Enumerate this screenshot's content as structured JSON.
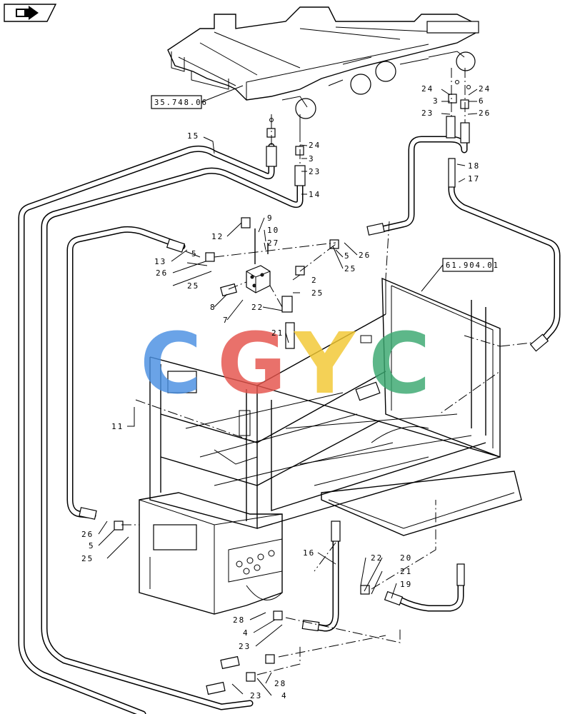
{
  "references": [
    {
      "id": "ref-35-748-06",
      "text": "35.748.06"
    },
    {
      "id": "ref-61-904-01",
      "text": "61.904.01"
    }
  ],
  "callouts": [
    {
      "id": "c15",
      "text": "15"
    },
    {
      "id": "c24a",
      "text": "24"
    },
    {
      "id": "c3a",
      "text": "3"
    },
    {
      "id": "c23a",
      "text": "23"
    },
    {
      "id": "c14",
      "text": "14"
    },
    {
      "id": "c24b",
      "text": "24"
    },
    {
      "id": "c24c",
      "text": "24"
    },
    {
      "id": "c3b",
      "text": "3"
    },
    {
      "id": "c6",
      "text": "6"
    },
    {
      "id": "c23b",
      "text": "23"
    },
    {
      "id": "c26a",
      "text": "26"
    },
    {
      "id": "c18",
      "text": "18"
    },
    {
      "id": "c17",
      "text": "17"
    },
    {
      "id": "c9",
      "text": "9"
    },
    {
      "id": "c12",
      "text": "12"
    },
    {
      "id": "c10",
      "text": "10"
    },
    {
      "id": "c27",
      "text": "27"
    },
    {
      "id": "c13",
      "text": "13"
    },
    {
      "id": "c26b",
      "text": "26"
    },
    {
      "id": "c5a",
      "text": "5"
    },
    {
      "id": "c25a",
      "text": "25"
    },
    {
      "id": "c5b",
      "text": "5"
    },
    {
      "id": "c26c",
      "text": "26"
    },
    {
      "id": "c25b",
      "text": "25"
    },
    {
      "id": "c2",
      "text": "2"
    },
    {
      "id": "c25c",
      "text": "25"
    },
    {
      "id": "c8",
      "text": "8"
    },
    {
      "id": "c7",
      "text": "7"
    },
    {
      "id": "c22a",
      "text": "22"
    },
    {
      "id": "c21a",
      "text": "21"
    },
    {
      "id": "c11",
      "text": "11"
    },
    {
      "id": "c26d",
      "text": "26"
    },
    {
      "id": "c5c",
      "text": "5"
    },
    {
      "id": "c25d",
      "text": "25"
    },
    {
      "id": "c16",
      "text": "16"
    },
    {
      "id": "c22b",
      "text": "22"
    },
    {
      "id": "c20",
      "text": "20"
    },
    {
      "id": "c21b",
      "text": "21"
    },
    {
      "id": "c19",
      "text": "19"
    },
    {
      "id": "c28a",
      "text": "28"
    },
    {
      "id": "c4a",
      "text": "4"
    },
    {
      "id": "c23c",
      "text": "23"
    },
    {
      "id": "c28b",
      "text": "28"
    },
    {
      "id": "c23d",
      "text": "23"
    },
    {
      "id": "c4b",
      "text": "4"
    }
  ],
  "watermark": {
    "text": "CGYC",
    "colors": [
      "#4a90e2",
      "#e5534b",
      "#f2c832",
      "#3aa870"
    ]
  },
  "nav": {
    "icon": "next-page-arrow-icon"
  }
}
